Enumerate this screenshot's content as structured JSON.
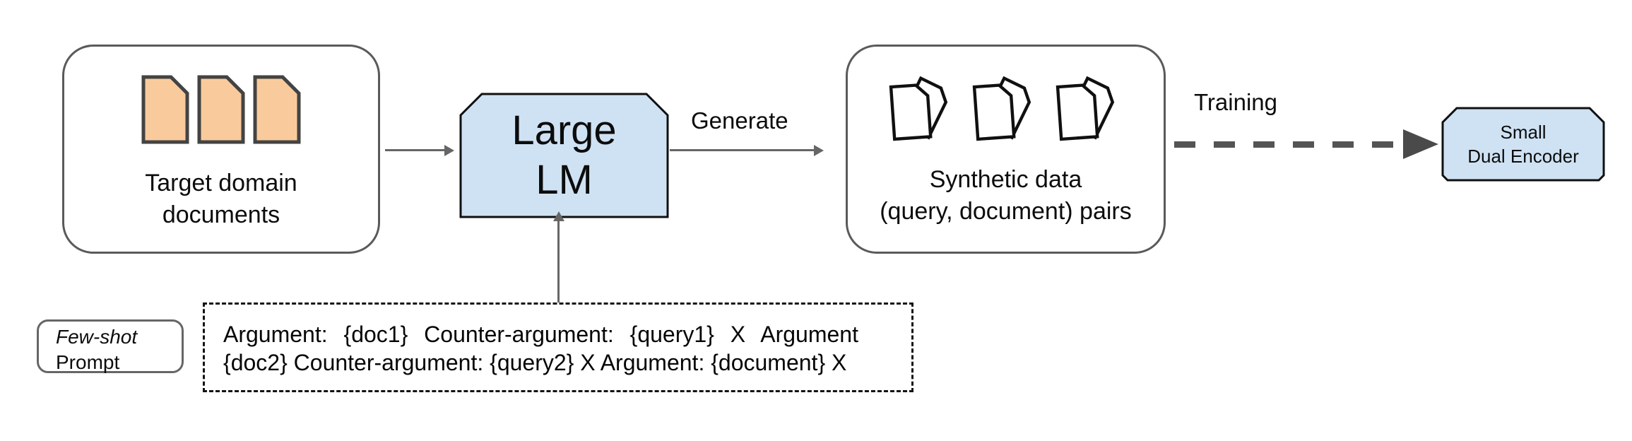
{
  "boxes": {
    "target_docs": {
      "line1": "Target domain",
      "line2": "documents"
    },
    "large_lm": {
      "line1": "Large",
      "line2": "LM"
    },
    "synthetic_data": {
      "line1": "Synthetic data",
      "line2": "(query, document) pairs"
    },
    "small_dual_encoder": {
      "line1": "Small",
      "line2": "Dual Encoder"
    },
    "few_shot_prompt": {
      "line1": "Few-shot",
      "line2": "Prompt"
    }
  },
  "arrows": {
    "generate_label": "Generate",
    "training_label": "Training"
  },
  "prompt_box": {
    "line1": "Argument: {doc1} Counter-argument: {query1} X Argument",
    "line2": "{doc2} Counter-argument: {query2} X Argument: {document} X"
  },
  "icons": {
    "target_document_icon": "orange-document",
    "synthetic_pair_icon": "document-pair-outline"
  },
  "colors": {
    "model_box_fill": "#cfe2f3",
    "document_fill": "#f9cb9c",
    "connector_gray": "#666666",
    "container_border_gray": "#5a5a5a"
  }
}
